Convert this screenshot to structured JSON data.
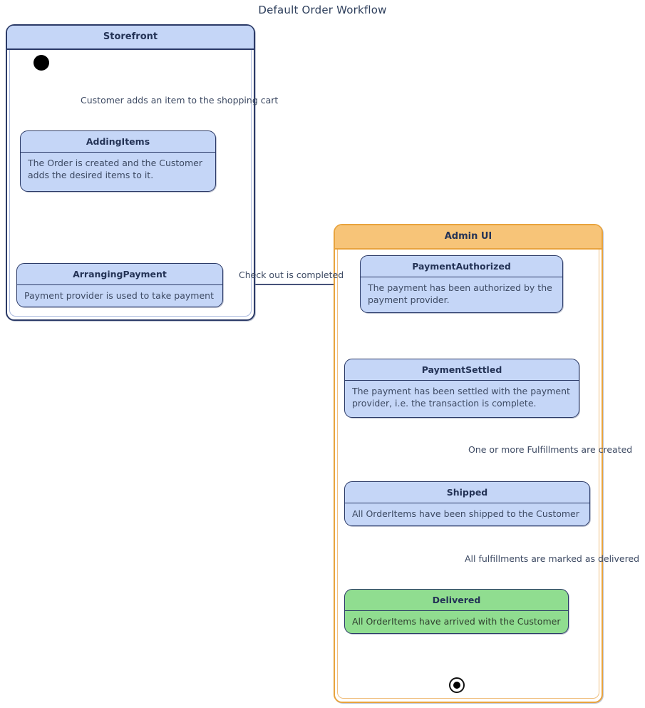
{
  "diagram": {
    "title": "Default Order Workflow",
    "type": "uml-state-machine",
    "colors": {
      "edge": "#2b3a67",
      "state_fill": "#c5d6f7",
      "state_border": "#2b3a67",
      "storefront_header_fill": "#c5d6f7",
      "adminui_header_fill": "#f7c478",
      "adminui_border": "#e8a33d",
      "final_state_fill": "#90dd90",
      "text": "#3d4a63"
    }
  },
  "regions": [
    {
      "id": "storefront",
      "label": "Storefront"
    },
    {
      "id": "adminui",
      "label": "Admin UI"
    }
  ],
  "states": [
    {
      "id": "addingitems",
      "name": "AddingItems",
      "description": "The Order is created and the Customer adds the desired items to it.",
      "region": "Storefront",
      "fill": "blue"
    },
    {
      "id": "arrangingpayment",
      "name": "ArrangingPayment",
      "description": "Payment provider is used to take payment",
      "region": "Storefront",
      "fill": "blue"
    },
    {
      "id": "paymentauthorized",
      "name": "PaymentAuthorized",
      "description": "The payment has been authorized by the payment provider.",
      "region": "Admin UI",
      "fill": "blue"
    },
    {
      "id": "paymentsettled",
      "name": "PaymentSettled",
      "description": "The payment has been settled with the payment provider, i.e. the transaction is complete.",
      "region": "Admin UI",
      "fill": "blue"
    },
    {
      "id": "shipped",
      "name": "Shipped",
      "description": "All OrderItems have been shipped to the Customer",
      "region": "Admin UI",
      "fill": "blue"
    },
    {
      "id": "delivered",
      "name": "Delivered",
      "description": "All OrderItems have arrived with the Customer",
      "region": "Admin UI",
      "fill": "green"
    }
  ],
  "pseudo_states": [
    {
      "id": "start",
      "kind": "initial",
      "region": "Storefront"
    },
    {
      "id": "end",
      "kind": "final",
      "region": "Admin UI"
    }
  ],
  "transitions": [
    {
      "id": "t1",
      "from": "start",
      "to": "AddingItems",
      "label": "Customer adds an item to the shopping cart"
    },
    {
      "id": "t2",
      "from": "AddingItems",
      "to": "ArrangingPayment",
      "label": ""
    },
    {
      "id": "t3",
      "from": "ArrangingPayment",
      "to": "PaymentAuthorized",
      "label": "Check out is completed"
    },
    {
      "id": "t4",
      "from": "PaymentAuthorized",
      "to": "PaymentSettled",
      "label": ""
    },
    {
      "id": "t5",
      "from": "PaymentSettled",
      "to": "Shipped",
      "label": "One or more Fulfillments are created"
    },
    {
      "id": "t6",
      "from": "Shipped",
      "to": "Delivered",
      "label": "All fulfillments are marked as delivered"
    },
    {
      "id": "t7",
      "from": "Delivered",
      "to": "end",
      "label": ""
    }
  ]
}
